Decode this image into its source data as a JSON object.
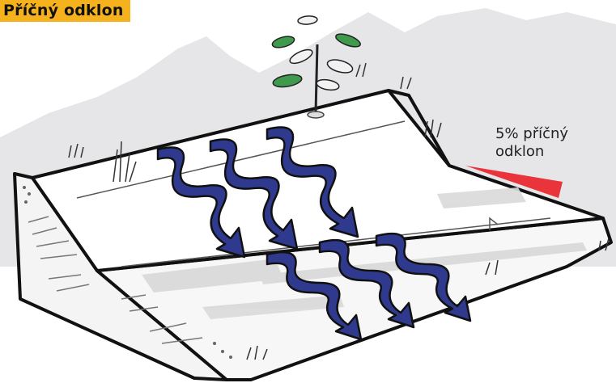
{
  "title": "Příčný odklon",
  "annotation": {
    "line1": "5% příčný",
    "line2": "odklon"
  },
  "colors": {
    "title_bg": "#f5b21c",
    "water_arrows": "#2f3a8f",
    "slope_wedge": "#e8343a",
    "mountains": "#e6e6e8",
    "leaves_green": "#3f9a4d"
  },
  "icons": [
    "plant-icon",
    "grass-tuft-icon",
    "water-flow-arrows",
    "slope-wedge-icon",
    "mountain-background"
  ]
}
